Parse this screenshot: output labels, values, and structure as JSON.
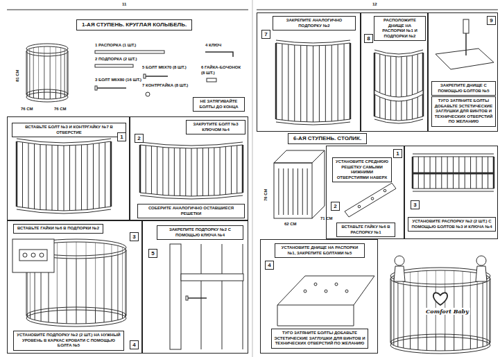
{
  "diagram": {
    "nodes": [
      {
        "text": [
          "1-АЯ СТУПЕНЬ. КРУГЛАЯ КОЛЫБЕЛЬ."
        ]
      },
      {
        "text": [
          "НЕ ЗАТЯГИВАЙТЕ БОЛТЫ ДО КОНЦА"
        ]
      },
      {
        "text": [
          "ВСТАВЬТЕ БОЛТ №3 И КОНТРГАЙКУ №7 В ОТВЕРСТИЕ",
          "1"
        ]
      },
      {
        "text": [
          "ЗАКРУТИТЕ БОЛТ №3 КЛЮЧОМ №4",
          "2",
          "СОБЕРИТЕ АНАЛОГИЧНО ОСТАВШИЕСЯ РЕШЕТКИ"
        ]
      },
      {
        "text": [
          "ВСТАВЬТЕ ГАЙКИ №6 В ПОДПОРКИ №2",
          "3",
          "УСТАНОВИТЕ ПОДПОРКУ №2 (2 ШТ.) НА НУЖНЫЙ УРОВЕНЬ В КАРКАС КРОВАТИ С ПОМОЩЬЮ БОЛТА №5",
          "4"
        ]
      },
      {
        "text": [
          "ЗАКРЕПИТЕ ПОДПОРКУ №2 С ПОМОЩЬЮ КЛЮЧА №4",
          "5"
        ]
      },
      {
        "text": [
          "ЗАКРЕПИТЕ АНАЛОГИЧНО ПОДПОРКУ №2",
          "7"
        ]
      },
      {
        "text": [
          "РАСПОЛОЖИТЕ ДНИЩЕ НА РАСПОРКИ №1 И ПОДПОРКИ №2",
          "8"
        ]
      },
      {
        "text": [
          "9",
          "ЗАКРЕПИТЕ ДНИЩЕ С ПОМОЩЬЮ БОЛТОВ №5",
          "ТУГО ЗАТЯНИТЕ БОЛТЫ ДОБАВЬТЕ ЭСТЕТИЧЕСКИЕ ЗАГЛУШКИ ДЛЯ ВИНТОВ И ТЕХНИЧЕСКИХ ОТВЕРСТИЙ ПО ЖЕЛАНИЮ"
        ]
      },
      {
        "text": [
          "6-АЯ СТУПЕНЬ. СТОЛИК."
        ]
      },
      {
        "text": [
          "1",
          "УСТАНОВИТЕ СРЕДНЮЮ РЕШЕТКУ САМЫМИ НИЖНИМИ ОТВЕРСТИЯМИ НАВЕРХ",
          "2",
          "ВСТАВЬТЕ ГАЙКУ №6 В РАСПОРКУ №1"
        ]
      },
      {
        "text": [
          "3",
          "УСТАНОВИТЕ РАСПОРКУ №2 (2 ШТ.) С ПОМОЩЬЮ БОЛТОВ №3 И КЛЮЧА №4"
        ]
      },
      {
        "text": [
          "УСТАНОВИТЕ ДНИЩЕ НА РАСПОРКИ №1, ЗАКРЕПИТЕ БОЛТАМИ №5",
          "4",
          "ТУГО ЗАТЯНИТЕ БОЛТЫ ДОБАВЬТЕ ЭСТЕТИЧЕСКИЕ ЗАГЛУШКИ ДЛЯ ВИНТОВ И ТЕХНИЧЕСКИХ ОТВЕРСТИЙ ПО ЖЕЛАНИЮ"
        ]
      }
    ],
    "labels": [
      "11",
      "12",
      "1 РАСПОРКА (1 ШТ.)",
      "2 ПОДПОРКА (2 ШТ.)",
      "3 БОЛТ М6Х80 (16 ШТ.)",
      "4 КЛЮЧ",
      "5 БОЛТ М6Х70 (8 ШТ.)",
      "6 ГАЙКА-БОЧОНОК (8 ШТ.)",
      "7 КОНТРГАЙКА (8 ШТ.)",
      "81 СМ",
      "76 СМ",
      "76 СМ",
      "76 СМ",
      "62 СМ",
      "71 СМ",
      "Comfort Baby"
    ]
  }
}
